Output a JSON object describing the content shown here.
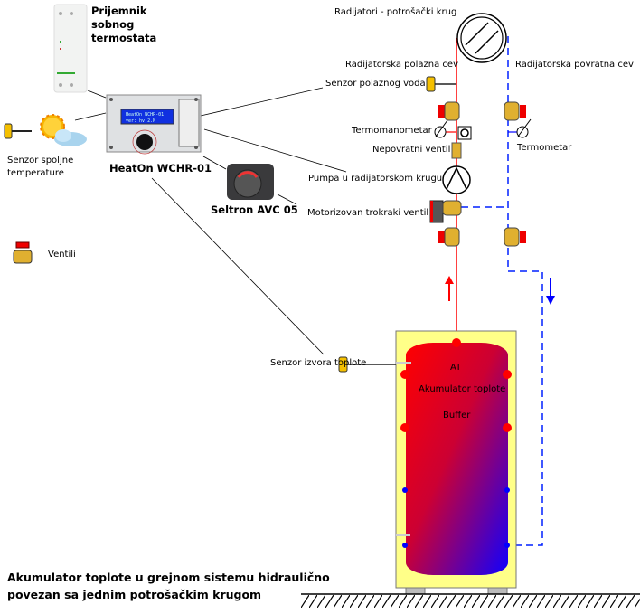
{
  "labels": {
    "receiver_title": "Prijemnik sobnog termostata",
    "controller": "HeatOn WCHR-01",
    "actuator": "Seltron AVC 05",
    "outdoor_sensor": "Senzor spoljne temperature",
    "valves_legend": "Ventili",
    "radiators": "Radijatori - potrošački krug",
    "supply_pipe": "Radijatorska polazna cev",
    "return_pipe": "Radijatorska povratna cev",
    "supply_sensor": "Senzor polaznog voda",
    "thermomanometer": "Termomanometar",
    "thermometer": "Termometar",
    "check_valve": "Nepovratni ventil",
    "pump": "Pumpa u radijatorskom krugu",
    "mixing_valve": "Motorizovan trokraki ventil",
    "source_sensor": "Senzor izvora toplote",
    "tank_short": "AT",
    "tank_name": "Akumulator toplote",
    "tank_buffer": "Buffer",
    "lcd_line1": "HeatOn WCHR-01",
    "lcd_line2": "ver: hv.2.N"
  },
  "caption": {
    "line1": "Akumulator toplote u grejnom sistemu hidraulično",
    "line2": "povezan sa jednim potrošačkim krugom"
  },
  "colors": {
    "supply": "#ff0000",
    "return": "#0000ff",
    "insulation": "#ffff88",
    "sensor": "#f5c000"
  }
}
